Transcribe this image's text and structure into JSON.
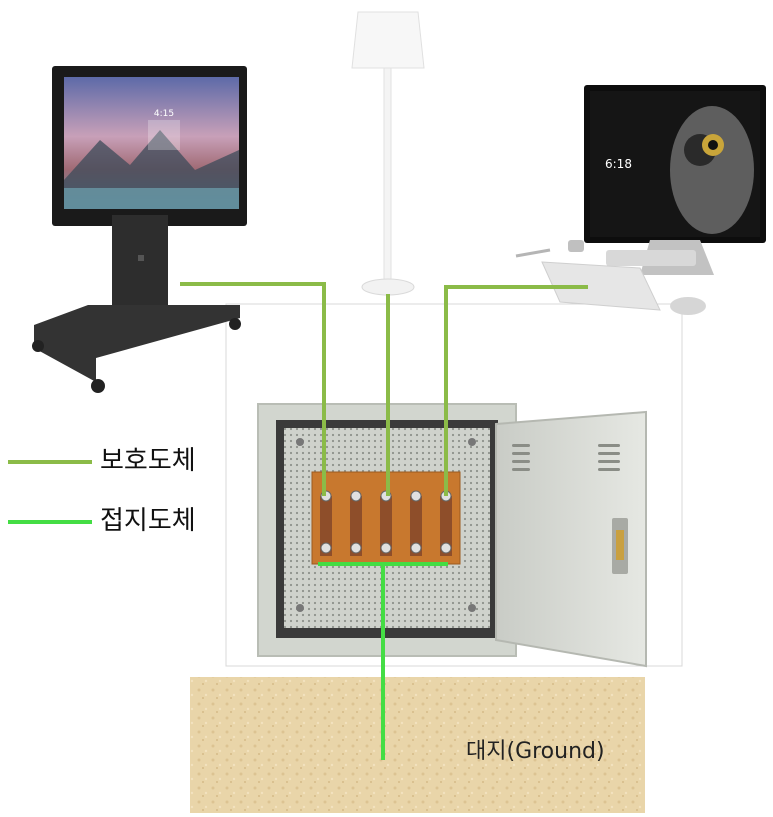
{
  "legend": {
    "items": [
      {
        "label": "보호도체",
        "color": "#8bbb48"
      },
      {
        "label": "접지도체",
        "color": "#44dd44"
      }
    ]
  },
  "ground": {
    "label": "대지(Ground)"
  },
  "devices": {
    "tv_screen": {
      "time": "4:15"
    },
    "pc_screen": {
      "time": "6:18"
    }
  },
  "colors": {
    "protective": "#8bbb48",
    "earthing": "#44dd44",
    "cabinet": "#d9ddd6",
    "plate": "#c8782e",
    "sand": "#e8d3a6"
  }
}
